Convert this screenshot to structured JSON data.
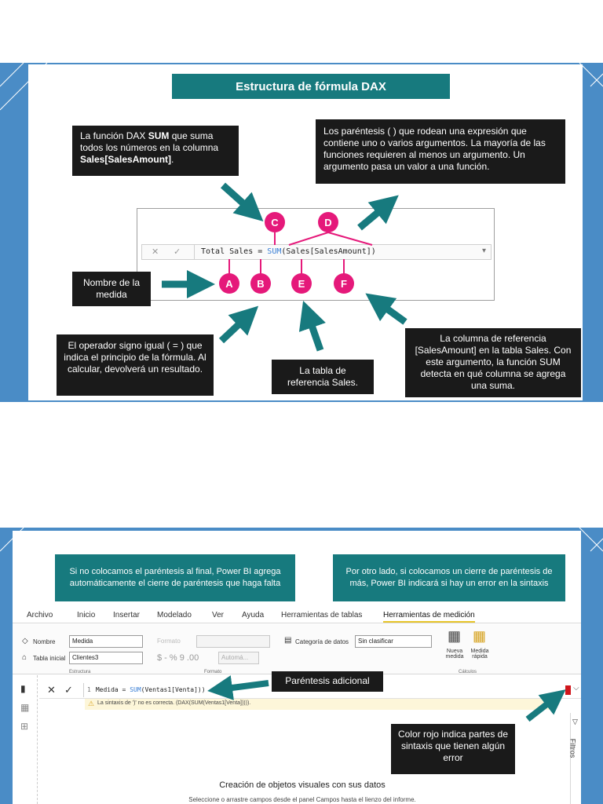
{
  "slide1": {
    "title": "Estructura de fórmula DAX",
    "callout_sum_line1": "La función DAX ",
    "callout_sum_bold": "SUM",
    "callout_sum_line2": " que suma todos los números en la columna ",
    "callout_sum_bold2": "Sales[SalesAmount]",
    "callout_sum_end": ".",
    "callout_parens": "Los paréntesis ( ) que rodean una expresión que contiene uno o varios argumentos. La mayoría de las funciones requieren al menos un argumento. Un argumento pasa un valor a una función.",
    "formula_prefix": "Total Sales = ",
    "formula_func": "SUM",
    "formula_args": "(Sales[SalesAmount])",
    "callout_measure": "Nombre de la medida",
    "callout_operator": "El operador signo igual ( = ) que indica el principio de la fórmula. Al calcular, devolverá un resultado.",
    "callout_table": "La tabla de referencia Sales.",
    "callout_column": "La columna de referencia [SalesAmount] en la tabla Sales. Con este argumento, la función SUM detecta en qué columna se agrega una suma.",
    "markers": [
      "A",
      "B",
      "C",
      "D",
      "E",
      "F"
    ],
    "cancel_glyph": "✕",
    "check_glyph": "✓",
    "dropdown_glyph": "▾"
  },
  "slide2": {
    "note_left": "Si no colocamos el paréntesis al final, Power BI agrega automáticamente el cierre de paréntesis que haga falta",
    "note_right": "Por otro lado, si colocamos un cierre de paréntesis de más, Power BI indicará si hay un error en la sintaxis",
    "ribbon_tabs": [
      "Archivo",
      "Inicio",
      "Insertar",
      "Modelado",
      "Ver",
      "Ayuda",
      "Herramientas de tablas",
      "Herramientas de medición"
    ],
    "name_label": "Nombre",
    "name_value": "Medida",
    "home_table_label": "Tabla inicial",
    "home_table_value": "Clientes3",
    "group_structure": "Estructura",
    "format_label": "Formato",
    "format_symbols": "$ - % 9 .00",
    "auto_label": "Automá...",
    "group_format": "Formato",
    "category_label": "Categoría de datos",
    "category_value": "Sin clasificar",
    "new_measure": "Nueva medida",
    "quick_measure": "Medida rápida",
    "group_calc": "Cálculos",
    "formula_line_no": "1",
    "formula_text_a": "Medida = ",
    "formula_func": "SUM",
    "formula_text_b": "(Ventas1[Venta]))",
    "error_text": "La sintaxis de ')' no es correcta. (DAX(SUM(Ventas1[Venta])))).",
    "callout_extra_paren": "Paréntesis adicional",
    "callout_red": "Color rojo indica partes de sintaxis que tienen algún error",
    "filters_label": "Filtros",
    "canvas_title": "Creación de objetos visuales con sus datos",
    "canvas_subtitle": "Seleccione o arrastre campos desde el panel Campos hasta el lienzo del informe.",
    "cancel_glyph": "✕",
    "check_glyph": "✓"
  },
  "colors": {
    "frame_blue": "#4a8cc6",
    "teal": "#177a7e",
    "magenta": "#e5197a",
    "black": "#1a1a1a"
  }
}
